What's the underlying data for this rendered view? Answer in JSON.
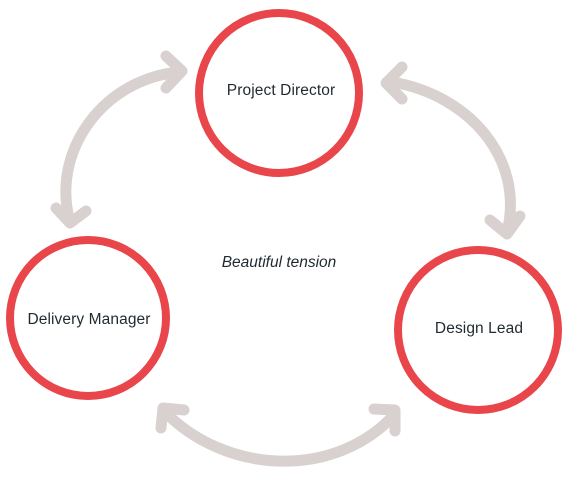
{
  "diagram": {
    "caption": "Beautiful tension",
    "nodes": {
      "top": {
        "label": "Project Director"
      },
      "left": {
        "label": "Delivery Manager"
      },
      "right": {
        "label": "Design Lead"
      }
    },
    "colors": {
      "node_ring": "#e8464a",
      "arrow": "#d9d1cf",
      "text": "#1f2a30",
      "background": "#ffffff"
    }
  }
}
